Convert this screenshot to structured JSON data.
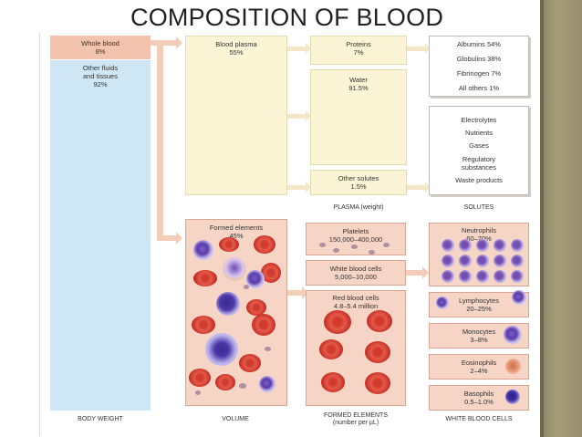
{
  "slide": {
    "title": "COMPOSITION OF BLOOD"
  },
  "body_weight": {
    "whole_blood": "Whole blood\n8%",
    "other_fluids": "Other fluids\nand tissues\n92%",
    "column_label": "BODY WEIGHT"
  },
  "volume": {
    "blood_plasma": "Blood plasma\n55%",
    "formed_elements": "Formed elements\n45%",
    "column_label": "VOLUME"
  },
  "plasma_weight": {
    "proteins": "Proteins\n7%",
    "water": "Water\n91.5%",
    "other_solutes": "Other solutes\n1.5%",
    "column_label": "PLASMA (weight)"
  },
  "solutes": {
    "protein_items": [
      "Albumins 54%",
      "Globulins 38%",
      "Fibrinogen 7%",
      "All others 1%"
    ],
    "other_items": [
      "Electrolytes",
      "Nutrients",
      "Gases",
      "Regulatory\nsubstances",
      "Waste products"
    ],
    "column_label": "SOLUTES"
  },
  "formed_elements": {
    "platelets": "Platelets\n150,000–400,000",
    "white_cells": "White blood cells\n5,000–10,000",
    "red_cells": "Red blood cells\n4.8–5.4 million",
    "column_label": "FORMED ELEMENTS\n(number per µL)"
  },
  "white_blood_cells": {
    "neutrophils": "Neutrophils\n60–70%",
    "lymphocytes": "Lymphocytes\n20–25%",
    "monocytes": "Monocytes\n3–8%",
    "eosinophils": "Eosinophils\n2–4%",
    "basophils": "Basophils\n0.5–1.0%",
    "column_label": "WHITE BLOOD CELLS"
  },
  "colors": {
    "title": "#222222",
    "pink": "#f4c3ad",
    "cream": "#fbf5d6",
    "blue": "#cfe6f4",
    "peach": "#f6d4c6"
  }
}
